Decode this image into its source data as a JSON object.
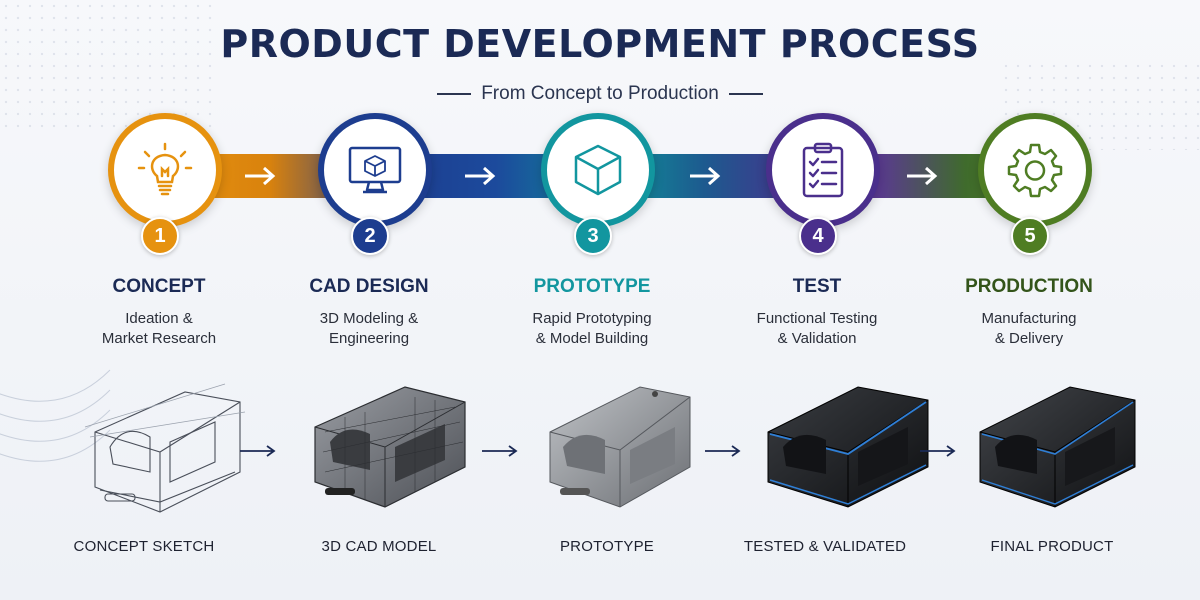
{
  "title": "PRODUCT DEVELOPMENT PROCESS",
  "subtitle": "From Concept to Production",
  "steps": [
    {
      "number": "1",
      "title": "CONCEPT",
      "desc": "Ideation &\nMarket Research",
      "color": "#e6920f",
      "title_color": "#1b2a55",
      "icon": "lightbulb-icon"
    },
    {
      "number": "2",
      "title": "CAD DESIGN",
      "desc": "3D Modeling &\nEngineering",
      "color": "#1d3d8f",
      "title_color": "#1b2a55",
      "icon": "monitor-cube-icon"
    },
    {
      "number": "3",
      "title": "PROTOTYPE",
      "desc": "Rapid Prototyping\n& Model Building",
      "color": "#12969f",
      "title_color": "#12969f",
      "icon": "cube-icon"
    },
    {
      "number": "4",
      "title": "TEST",
      "desc": "Functional Testing\n& Validation",
      "color": "#4a2f8c",
      "title_color": "#1b2a55",
      "icon": "clipboard-checklist-icon"
    },
    {
      "number": "5",
      "title": "PRODUCTION",
      "desc": "Manufacturing\n& Delivery",
      "color": "#4f7d23",
      "title_color": "#33541a",
      "icon": "gear-icon"
    }
  ],
  "products": [
    {
      "caption": "CONCEPT SKETCH",
      "style": "sketch"
    },
    {
      "caption": "3D CAD MODEL",
      "style": "cad"
    },
    {
      "caption": "PROTOTYPE",
      "style": "prototype"
    },
    {
      "caption": "TESTED & VALIDATED",
      "style": "tested"
    },
    {
      "caption": "FINAL PRODUCT",
      "style": "final"
    }
  ],
  "colors": {
    "title": "#1b2a55",
    "arrow": "#1b2a55"
  }
}
